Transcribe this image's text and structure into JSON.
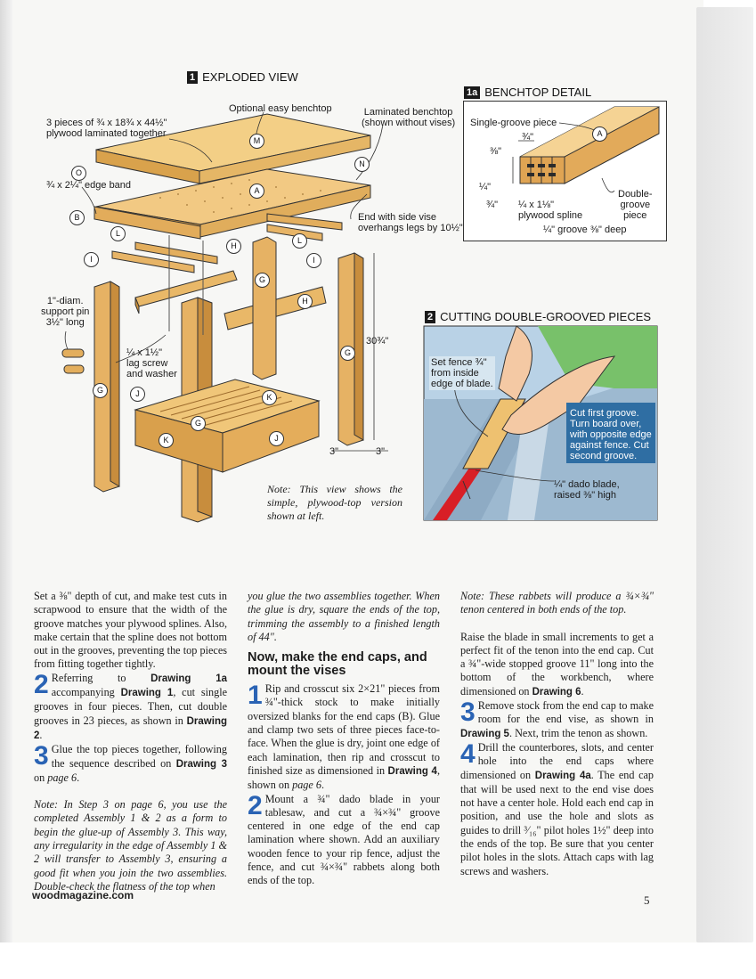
{
  "drawing1": {
    "number": "1",
    "title": "EXPLODED VIEW",
    "labels": {
      "plywood": "3 pieces of ¾ x 18¾ x 44½\"\nplywood laminated together",
      "optional": "Optional easy benchtop",
      "laminated": "Laminated benchtop\n(shown without vises)",
      "edge_band": "¾ x 2¼\" edge band",
      "end_vise": "End with side vise\noverhangs legs by 10½\".",
      "support_pin": "1\"-diam.\nsupport pin\n3½\" long",
      "lag_screw": "¼ x 1½\"\nlag screw\nand washer",
      "height": "30¾\"",
      "dim_3_left": "3\"",
      "dim_3_right": "3\""
    },
    "callouts": [
      "M",
      "N",
      "O",
      "A",
      "B",
      "L",
      "L",
      "H",
      "I",
      "I",
      "G",
      "H",
      "G",
      "G",
      "J",
      "K",
      "G",
      "K",
      "J"
    ],
    "note": "Note: This view shows the simple, plywood-top version shown at left."
  },
  "drawing1a": {
    "number": "1a",
    "title": "BENCHTOP DETAIL",
    "labels": {
      "single": "Single-groove piece",
      "dim_34_top": "¾\"",
      "dim_38": "⅜\"",
      "dim_14": "¼\"",
      "dim_34_bottom": "¾\"",
      "spline": "¼ x 1⅛\"\nplywood spline",
      "double": "Double-\ngroove\npiece",
      "groove": "¼\" groove ⅜\" deep"
    },
    "callout": "A"
  },
  "drawing2": {
    "number": "2",
    "title": "CUTTING DOUBLE-GROOVED PIECES",
    "labels": {
      "fence": "Set fence ¾\"\nfrom inside\nedge of blade.",
      "cut": "Cut first groove.\nTurn board over,\nwith opposite edge\nagainst fence. Cut\nsecond groove.",
      "dado": "¼\" dado blade,\nraised ⅜\" high"
    }
  },
  "body": {
    "col1": {
      "intro": "Set a ⅜\" depth of cut, and make test cuts in scrapwood to ensure that the width of the groove matches your plywood splines. Also, make certain that the spline does not bottom out in the grooves, preventing the top pieces from fitting together tightly.",
      "step2_num": "2",
      "step2_a": "Referring to ",
      "step2_b": "Drawing 1a",
      "step2_c": " accompanying ",
      "step2_d": "Drawing 1",
      "step2_e": ", cut single grooves in four pieces. Then, cut double grooves in 23 pieces, as shown in ",
      "step2_f": "Drawing 2",
      "step2_g": ".",
      "step3_num": "3",
      "step3_a": "Glue the top pieces together, following the sequence described on ",
      "step3_b": "Drawing 3",
      "step3_c": " on ",
      "step3_d": "page 6",
      "step3_e": ".",
      "note": "Note: In Step 3 on page 6, you use the completed Assembly 1 & 2 as a form to begin the glue-up of Assembly 3. This way, any irregularity in the edge of Assembly 1 & 2 will transfer to Assembly 3, ensuring a good fit when you join the two assemblies. Double-check the flatness of the top when"
    },
    "col2": {
      "cont": "you glue the two assemblies together. When the glue is dry, square the ends of the top, trimming the assembly to a finished length of 44\".",
      "heading": "Now, make the end caps, and mount the vises",
      "step1_num": "1",
      "step1_a": "Rip and crosscut six 2×21\" pieces from ¾\"-thick stock to make initially oversized blanks for the end caps (B). Glue and clamp two sets of three pieces face-to-face. When the glue is dry, joint one edge of each lamination, then rip and crosscut to finished size as dimensioned in ",
      "step1_b": "Drawing 4",
      "step1_c": ", shown on ",
      "step1_d": "page 6",
      "step1_e": ".",
      "step2_num": "2",
      "step2_a": "Mount a ¾\" dado blade in your tablesaw, and cut a ¾×¾\" groove centered in one edge of the end cap lamination where shown. Add an auxiliary wooden fence to your rip fence, adjust the fence, and cut ¾×¾\" rabbets along both ends of the top."
    },
    "col3": {
      "note": "Note: These rabbets will produce a ¾×¾\" tenon centered in both ends of the top.",
      "raise_a": "Raise the blade in small increments to get a perfect fit of the tenon into the end cap. Cut a ¾\"-wide stopped groove 11\" long into the bottom of the workbench, where dimensioned on ",
      "raise_b": "Drawing 6",
      "raise_c": ".",
      "step3_num": "3",
      "step3_a": "Remove stock from the end cap to make room for the end vise, as shown in ",
      "step3_b": "Drawing 5",
      "step3_c": ". Next, trim the tenon as shown.",
      "step4_num": "4",
      "step4_a": "Drill the counterbores, slots, and center hole into the end caps where dimensioned on ",
      "step4_b": "Drawing 4a",
      "step4_c": ". The end cap that will be used next to the end vise does not have a center hole. Hold each end cap in position, and use the hole and slots as guides to drill ³⁄₁₆\" pilot holes 1½\" deep into the ends of the top. Be sure that you center pilot holes in the slots. Attach caps with lag screws and washers."
    }
  },
  "footer": {
    "site": "woodmagazine.com",
    "page": "5"
  }
}
